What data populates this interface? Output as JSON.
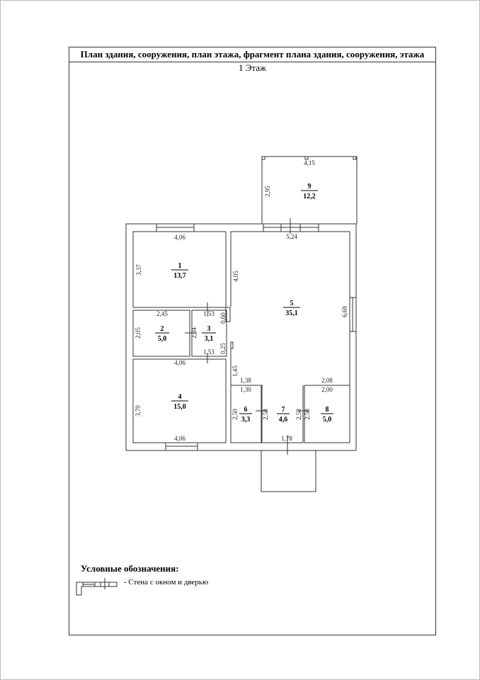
{
  "header": {
    "title": "План здания, сооружения, план этажа, фрагмент плана здания, сооружения, этажа"
  },
  "floor_label": "1 Этаж",
  "rooms": [
    {
      "number": "1",
      "area": "13,7"
    },
    {
      "number": "2",
      "area": "5,0"
    },
    {
      "number": "3",
      "area": "3,1"
    },
    {
      "number": "4",
      "area": "15,0"
    },
    {
      "number": "5",
      "area": "35,1"
    },
    {
      "number": "6",
      "area": "3,3"
    },
    {
      "number": "7",
      "area": "4,6"
    },
    {
      "number": "8",
      "area": "5,0"
    },
    {
      "number": "9",
      "area": "12,2"
    }
  ],
  "dimensions": [
    "4,15",
    "2,95",
    "4,06",
    "3,37",
    "5,24",
    "4,05",
    "6,69",
    "2,45",
    "1,53",
    "0,60",
    "2,05",
    "2,04",
    "0,25",
    "1,53",
    "4,06",
    "1,45",
    "1,38",
    "2,08",
    "1,30",
    "2,00",
    "3,70",
    "2,50",
    "2,58",
    "2,58",
    "2,50",
    "4,06",
    "1,78"
  ],
  "legend": {
    "title": "Условные обозначения:",
    "items": [
      {
        "icon": "wall-window-door-icon",
        "label": "- Стена с окном и дверью"
      }
    ]
  }
}
